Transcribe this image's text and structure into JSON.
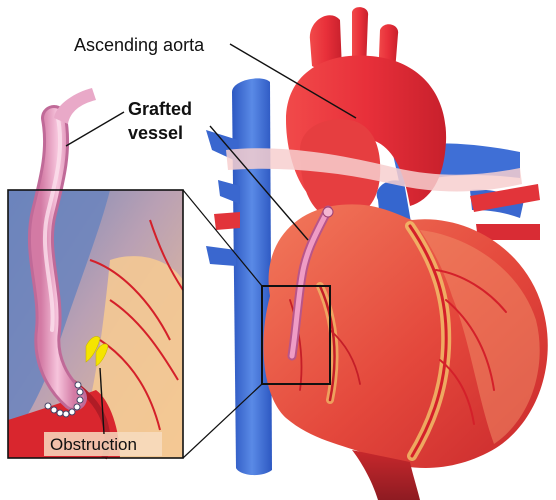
{
  "labels": {
    "ascending_aorta": "Ascending aorta",
    "grafted_vessel_line1": "Grafted",
    "grafted_vessel_line2": "vessel",
    "obstruction": "Obstruction"
  },
  "colors": {
    "vein_blue": "#3d6fd3",
    "artery_red": "#e2343a",
    "heart_muscle": "#ef6a52",
    "fat_yellow": "#f2c36b",
    "graft_pink": "#e58fb7",
    "obstruction_yellow": "#f5e400",
    "leader_line": "#111111"
  }
}
